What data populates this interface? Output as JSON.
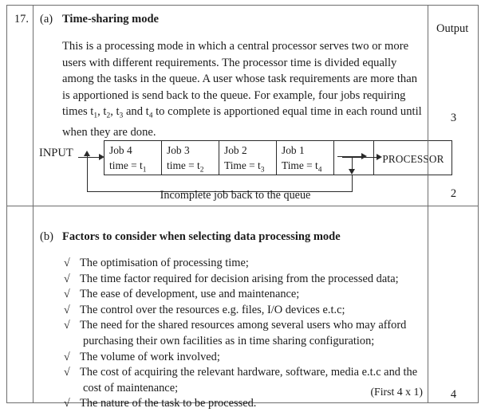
{
  "question": {
    "number": "17.",
    "parts": {
      "a": {
        "letter": "(a)",
        "heading": "Time-sharing mode",
        "paragraph_lines": [
          "This is a processing mode in which a central processor serves two or more",
          "users with different requirements.  The processor time is divided equally",
          "among the tasks in the queue.  A user whose task requirements are more than",
          "is apportioned is send back to the queue.  For example, four jobs requiring"
        ],
        "paragraph_line_subscript": {
          "prefix": "times t",
          "s1": "1",
          "mid1": ", t",
          "s2": "2",
          "mid2": ", t",
          "s3": "3",
          "mid3": " and t",
          "s4": "4",
          "suffix": " to complete is apportioned equal time in each round until"
        },
        "paragraph_last_line": "when they are done.",
        "marks": "3"
      },
      "b": {
        "letter": "(b)",
        "heading": "Factors to consider when selecting data processing mode",
        "bullet_symbol": "√",
        "items": [
          {
            "text": "The optimisation of processing time;",
            "continuation": ""
          },
          {
            "text": "The time factor required for decision arising from the processed data;",
            "continuation": ""
          },
          {
            "text": "The ease of development, use and maintenance;",
            "continuation": ""
          },
          {
            "text": "The control over the resources e.g. files, I/O devices e.t.c;",
            "continuation": ""
          },
          {
            "text": "The need for the shared resources among several users who may afford",
            "continuation": "purchasing their own facilities as in time sharing configuration;"
          },
          {
            "text": "The volume of work involved;",
            "continuation": ""
          },
          {
            "text": "The cost of acquiring the relevant hardware, software, media e.t.c and the",
            "continuation": "cost of maintenance;"
          },
          {
            "text": "The nature of the task to be processed.",
            "continuation": ""
          }
        ],
        "note": "(First 4 x 1)",
        "marks": "4"
      }
    }
  },
  "diagram": {
    "input_label": "INPUT",
    "output_label": "Output",
    "caption": "Incomplete job back to the queue",
    "processor_label": "PROCESSOR",
    "cells": [
      {
        "title": "Job 4",
        "time_prefix": "time = t",
        "time_sub": "1"
      },
      {
        "title": "Job 3",
        "time_prefix": "time = t",
        "time_sub": "2"
      },
      {
        "title": "Job 2",
        "time_prefix": "Time = t",
        "time_sub": "3"
      },
      {
        "title": "Job 1",
        "time_prefix": "Time = t",
        "time_sub": "4"
      }
    ],
    "marks": "2"
  },
  "colors": {
    "ink": "#1b1b1b",
    "rule": "#6e6e6e",
    "line": "#2a2a2a",
    "page": "#ffffff"
  }
}
